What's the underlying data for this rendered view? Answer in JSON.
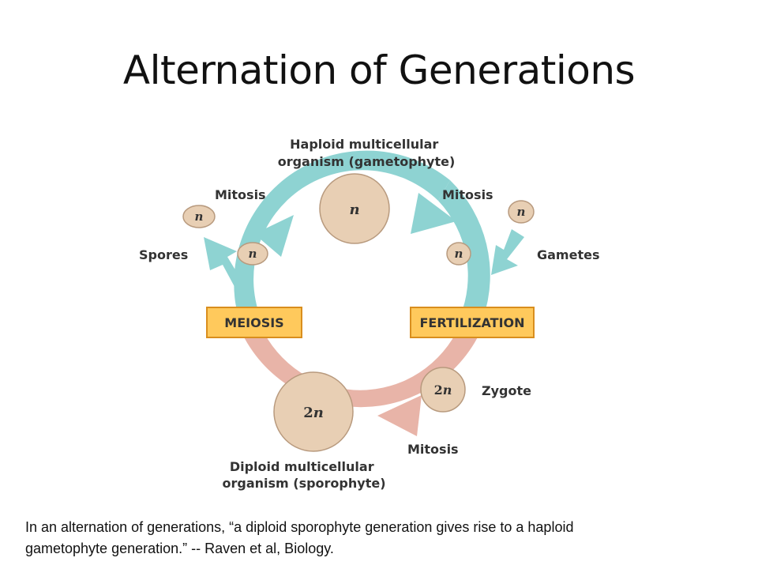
{
  "title": "Alternation of Generations",
  "diagram": {
    "top_label": [
      "Haploid multicellular",
      "organism (gametophyte)"
    ],
    "bottom_label": [
      "Diploid multicellular",
      "organism (sporophyte)"
    ],
    "mitosis_left": "Mitosis",
    "mitosis_right": "Mitosis",
    "mitosis_bottom": "Mitosis",
    "spores": "Spores",
    "gametes": "Gametes",
    "zygote": "Zygote",
    "meiosis": "MEIOSIS",
    "fertilization": "FERTILIZATION",
    "haploid": "n",
    "diploid_num": "2",
    "diploid_var": "n"
  },
  "colors": {
    "haploid_arrow": "#8ED3D2",
    "diploid_arrow": "#E8B4A8",
    "cell_fill": "#E8CFB4",
    "cell_stroke": "#B89A7E",
    "box_fill": "#FFC95C",
    "box_stroke": "#D98E1E"
  },
  "caption": [
    "In an alternation of generations, “a diploid sporophyte generation gives rise to a haploid",
    "gametophyte generation.”  -- Raven et al, Biology."
  ]
}
